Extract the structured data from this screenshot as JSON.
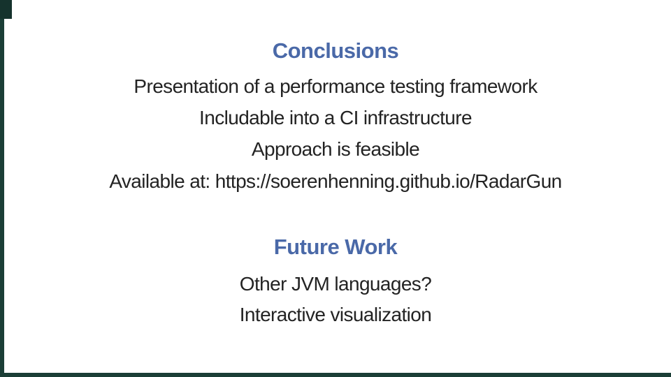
{
  "slide": {
    "title": "Conclusions",
    "conclusions": {
      "line1": "Presentation of a performance testing framework",
      "line2": "Includable into a CI infrastructure",
      "line3": "Approach is feasible",
      "line4": "Available at: https://soerenhenning.github.io/RadarGun"
    },
    "future_work": {
      "title": "Future Work",
      "line1": "Other JVM languages?",
      "line2": "Interactive visualization"
    }
  },
  "colors": {
    "heading_blue": "#4a69a8",
    "body_text": "#232323",
    "background": "#ffffff",
    "frame_teal": "#1b3e36",
    "corner_tab": "#15332d"
  }
}
